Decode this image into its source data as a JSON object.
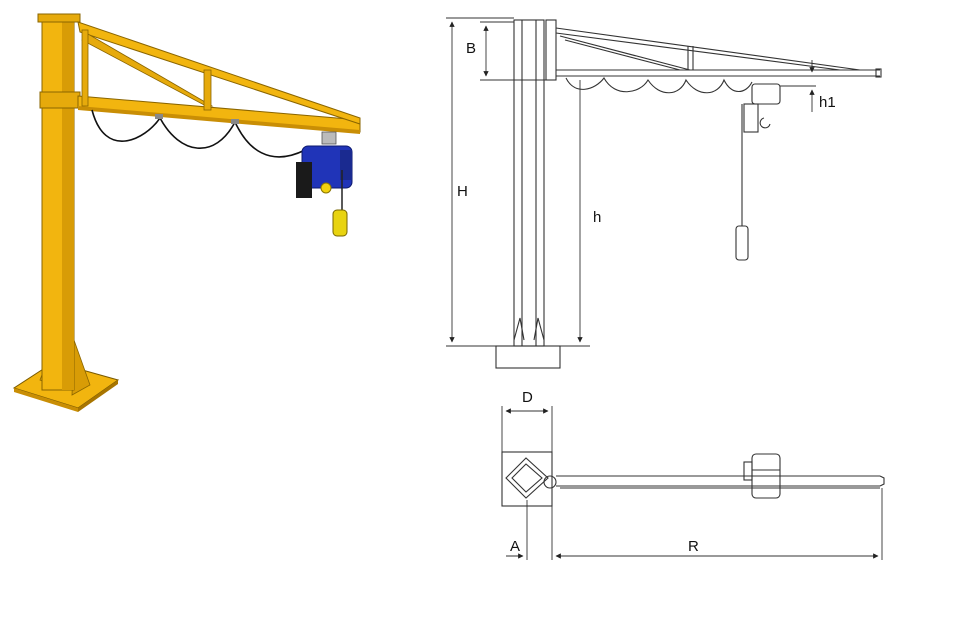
{
  "labels": {
    "B": "B",
    "H": "H",
    "h": "h",
    "h1": "h1",
    "D": "D",
    "A": "A",
    "R": "R"
  },
  "colors": {
    "crane_yellow": "#f2b50f",
    "crane_yellow_dark": "#c98e05",
    "hoist_blue": "#2034b8",
    "hoist_dark": "#1a1a1a",
    "line": "#333333"
  },
  "icons": {
    "crane_3d": "pillar-jib-crane-illustration",
    "hoist": "electric-chain-hoist"
  }
}
